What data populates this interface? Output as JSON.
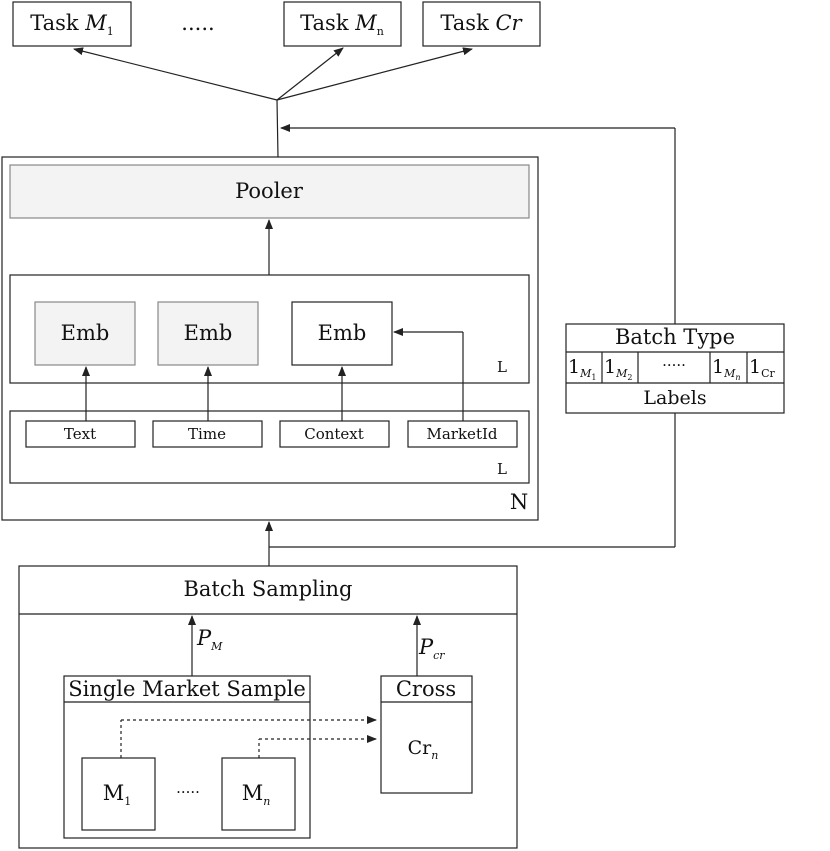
{
  "tasks": [
    {
      "prefix": "Task ",
      "var": "M",
      "sub": "1"
    },
    {
      "dots": "....."
    },
    {
      "prefix": "Task ",
      "var": "M",
      "sub": "n"
    },
    {
      "prefix": "Task ",
      "var": "Cr",
      "sub": ""
    }
  ],
  "model": {
    "pooler": "Pooler",
    "emb": [
      "Emb",
      "Emb",
      "Emb"
    ],
    "inputs": [
      "Text",
      "Time",
      "Context",
      "MarketId"
    ],
    "layer_label_1": "L",
    "layer_label_2": "L",
    "stack_label": "N"
  },
  "batch_type": {
    "title": "Batch Type",
    "cells": [
      {
        "main": "1",
        "sub": "M",
        "subsub": "1"
      },
      {
        "main": "1",
        "sub": "M",
        "subsub": "2"
      },
      {
        "dots": "·····"
      },
      {
        "main": "1",
        "sub": "M",
        "subsub": "n"
      },
      {
        "main": "1",
        "sub": "Cr",
        "subsub": ""
      }
    ],
    "labels": "Labels"
  },
  "sampling": {
    "title": "Batch Sampling",
    "p_m": {
      "var": "P",
      "sub": "M"
    },
    "p_cr": {
      "var": "P",
      "sub": "cr"
    },
    "single_market": "Single Market Sample",
    "cross": "Cross",
    "cr_n": {
      "main": "Cr",
      "sub": "n"
    },
    "m1": {
      "main": "M",
      "sub": "1"
    },
    "mn": {
      "main": "M",
      "sub": "n"
    },
    "dots": "·····"
  }
}
